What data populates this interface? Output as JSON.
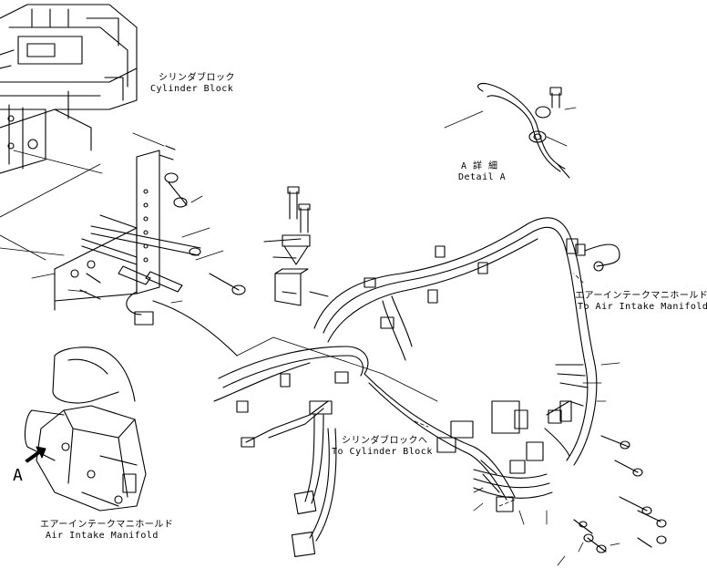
{
  "labels": {
    "cylinder_block_jp": "シリンダブロック",
    "cylinder_block_en": "Cylinder Block",
    "detail_a_jp": "A 詳 細",
    "detail_a_en": "Detail A",
    "to_air_intake_jp": "エアーインテークマニホールドへ",
    "to_air_intake_en": "To Air Intake Manifold",
    "to_cylinder_block_jp": "シリンダブロックへ",
    "to_cylinder_block_en": "To Cylinder Block",
    "air_intake_manifold_jp": "エアーインテークマニホールド",
    "air_intake_manifold_en": "Air Intake Manifold",
    "view_arrow_letter": "A"
  }
}
